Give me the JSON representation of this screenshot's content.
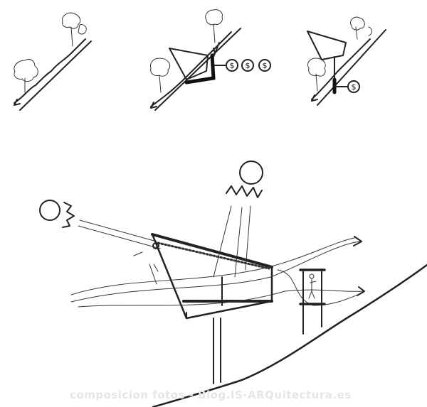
{
  "sketch": {
    "cost_symbol": "$",
    "panels": [
      "slope-with-trees",
      "cantilever-high-cost",
      "light-foundation-low-cost"
    ],
    "main": "section-sun-wind-ventilation"
  },
  "watermark": "composicion fotos - Blog.IS-ARQuitectura.es"
}
